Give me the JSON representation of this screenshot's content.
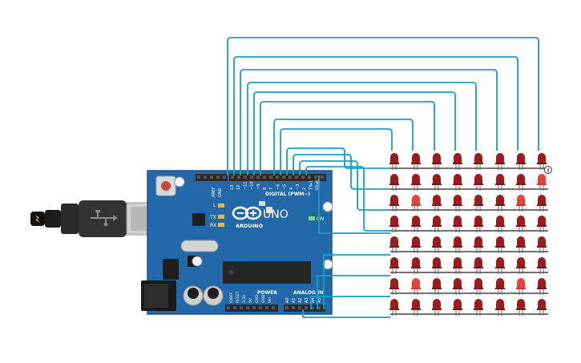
{
  "board": {
    "logo_text": "ARDUINO",
    "model_text": "UNO",
    "digital_label": "DIGITAL (PWM~)",
    "power_label": "POWER",
    "analog_label": "ANALOG IN",
    "on_label": "ON",
    "l_label": "L",
    "tx_label": "TX",
    "rx_label": "RX",
    "aref_label": "AREF",
    "gnd_label": "GND",
    "digital_pins": [
      "13",
      "12",
      "~11",
      "~10",
      "~9",
      "8",
      "7",
      "~6",
      "~5",
      "4",
      "~3",
      "2",
      "TX▸1",
      "RX◂0"
    ],
    "power_pins": [
      "IOREF",
      "RESET",
      "3.3V",
      "5V",
      "GND",
      "GND",
      "Vin"
    ],
    "analog_pins": [
      "A0",
      "A1",
      "A2",
      "A3",
      "A4",
      "A5"
    ]
  },
  "matrix": {
    "rows": 8,
    "cols": 8,
    "lit": [
      [
        1,
        7
      ],
      [
        2,
        1
      ],
      [
        2,
        6
      ],
      [
        6,
        1
      ],
      [
        6,
        6
      ]
    ]
  },
  "warning_marker": "!",
  "colors": {
    "wire": "#1a9fc4",
    "board": "#2265a5",
    "led_off": "#9a1c1c",
    "led_on": "#e8423e",
    "header": "#2a2a2a"
  }
}
